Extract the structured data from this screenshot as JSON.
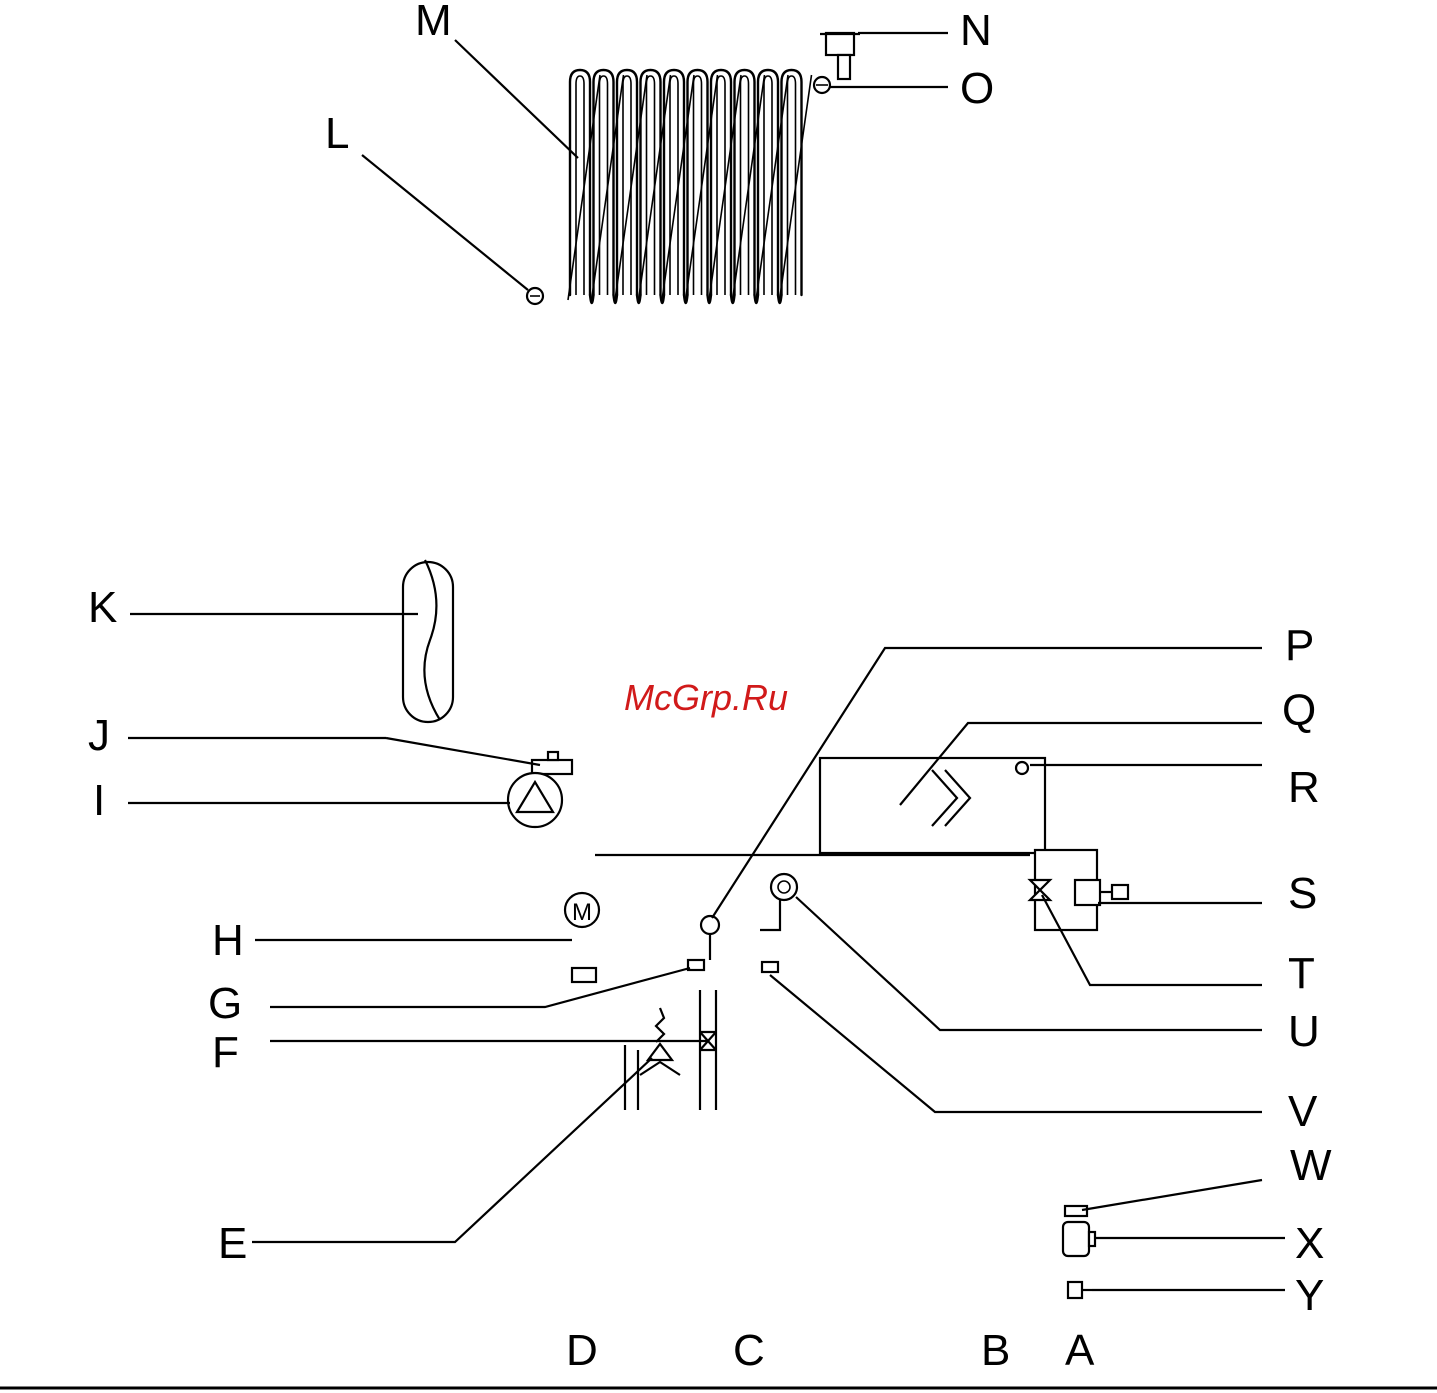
{
  "watermark": "McGrp.Ru",
  "labels": {
    "A": "A",
    "B": "B",
    "C": "C",
    "D": "D",
    "E": "E",
    "F": "F",
    "G": "G",
    "H": "H",
    "I": "I",
    "J": "J",
    "K": "K",
    "L": "L",
    "M": "M",
    "N": "N",
    "O": "O",
    "P": "P",
    "Q": "Q",
    "R": "R",
    "S": "S",
    "T": "T",
    "U": "U",
    "V": "V",
    "W": "W",
    "X": "X",
    "Y": "Y"
  },
  "colors": {
    "line": "#000000",
    "background": "#ffffff",
    "watermark": "#d11a1a"
  }
}
